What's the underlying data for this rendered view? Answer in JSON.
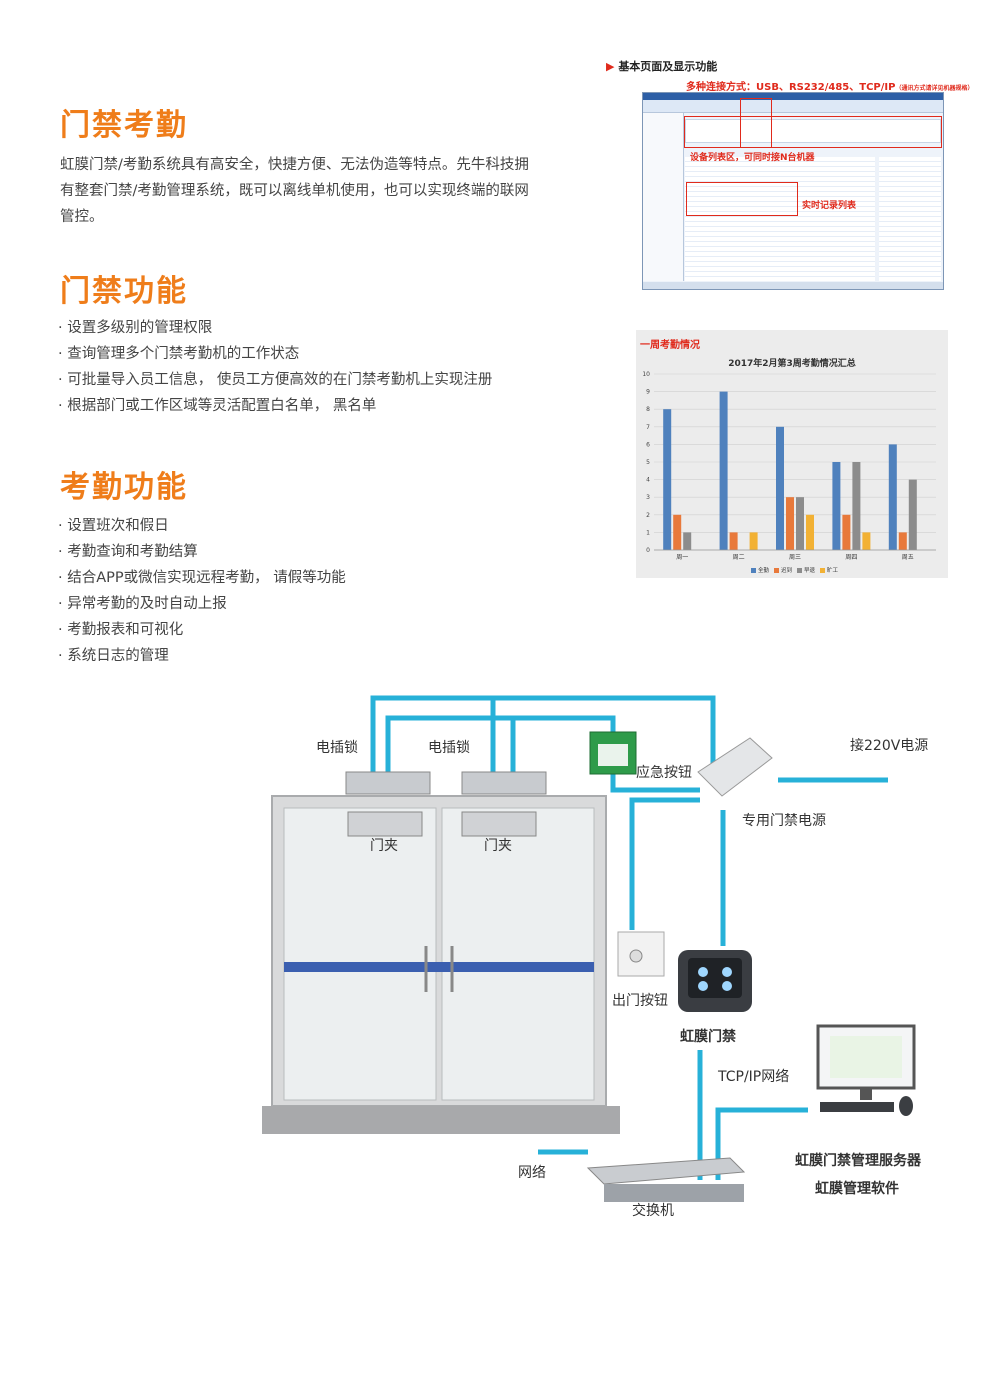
{
  "sections": {
    "access_attendance": {
      "title": "门禁考勤",
      "paragraph": "虹膜门禁/考勤系统具有高安全，快捷方便、无法伪造等特点。先牛科技拥有整套门禁/考勤管理系统，既可以离线单机使用，也可以实现终端的联网管控。"
    },
    "access_functions": {
      "title": "门禁功能",
      "items": [
        "设置多级别的管理权限",
        "查询管理多个门禁考勤机的工作状态",
        "可批量导入员工信息， 使员工方便高效的在门禁考勤机上实现注册",
        "根据部门或工作区域等灵活配置白名单， 黑名单"
      ]
    },
    "attendance_functions": {
      "title": "考勤功能",
      "items": [
        "设置班次和假日",
        "考勤查询和考勤结算",
        "结合APP或微信实现远程考勤， 请假等功能",
        "异常考勤的及时自动上报",
        "考勤报表和可视化",
        "系统日志的管理"
      ]
    }
  },
  "screenshot": {
    "heading": "基本页面及显示功能",
    "connection_note": "多种连接方式：USB、RS232/485、TCP/IP",
    "connection_note_small": "（通讯方式请详见机器规格）",
    "device_area_label": "设备列表区，可同时接N台机器",
    "realtime_label": "实时记录列表"
  },
  "chart_data": {
    "type": "bar",
    "tag": "一周考勤情况",
    "title": "2017年2月第3周考勤情况汇总",
    "categories": [
      "周一",
      "周二",
      "周三",
      "周四",
      "周五"
    ],
    "ylim": [
      0,
      10
    ],
    "yticks": [
      0,
      1,
      2,
      3,
      4,
      5,
      6,
      7,
      8,
      9,
      10
    ],
    "series": [
      {
        "name": "全勤",
        "color": "#4f81bd",
        "values": [
          8,
          9,
          7,
          5,
          6
        ]
      },
      {
        "name": "迟到",
        "color": "#e8793b",
        "values": [
          2,
          1,
          3,
          2,
          1
        ]
      },
      {
        "name": "早退",
        "color": "#8c8c8c",
        "values": [
          1,
          0,
          3,
          5,
          4
        ]
      },
      {
        "name": "旷工",
        "color": "#f2b134",
        "values": [
          0,
          1,
          2,
          1,
          0
        ]
      }
    ],
    "grid": true,
    "legend": "bottom"
  },
  "diagram": {
    "electric_lock_1": "电插锁",
    "electric_lock_2": "电插锁",
    "emergency_button": "应急按钮",
    "power_220v": "接220V电源",
    "power_supply": "专用门禁电源",
    "door_clip_1": "门夹",
    "door_clip_2": "门夹",
    "exit_button": "出门按钮",
    "iris_access": "虹膜门禁",
    "tcpip_network": "TCP/IP网络",
    "network": "网络",
    "switch": "交换机",
    "server": "虹膜门禁管理服务器",
    "software": "虹膜管理软件"
  },
  "colors": {
    "accent_orange": "#ef7d1a",
    "annotation_red": "#e02a1c",
    "cable_blue": "#27b1d8"
  }
}
